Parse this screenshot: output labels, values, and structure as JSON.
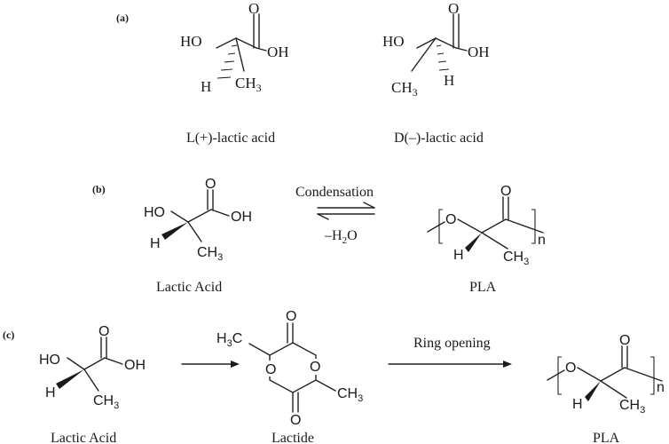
{
  "panel_a": {
    "label": "(a)",
    "l_caption": "L(+)-lactic acid",
    "d_caption": "D(–)-lactic acid",
    "atoms": {
      "O": "O",
      "HO": "HO",
      "OH": "OH",
      "H": "H",
      "CH3": "CH",
      "sub3": "3"
    }
  },
  "panel_b": {
    "label": "(b)",
    "reactant_caption": "Lactic Acid",
    "product_caption": "PLA",
    "arrow_top": "Condensation",
    "arrow_bottom_pre": "–H",
    "arrow_bottom_sub": "2",
    "arrow_bottom_post": "O",
    "atoms": {
      "O": "O",
      "HO": "HO",
      "OH": "OH",
      "H": "H",
      "CH3": "CH",
      "sub3": "3",
      "n": "n"
    }
  },
  "panel_c": {
    "label": "(c)",
    "reactant_caption": "Lactic Acid",
    "intermediate_caption": "Lactide",
    "product_caption": "PLA",
    "arrow_label": "Ring opening",
    "atoms": {
      "O": "O",
      "HO": "HO",
      "OH": "OH",
      "H": "H",
      "H3C": "H",
      "H3C_sub": "3",
      "H3C_C": "C",
      "CH3": "CH",
      "sub3": "3",
      "n": "n"
    }
  }
}
